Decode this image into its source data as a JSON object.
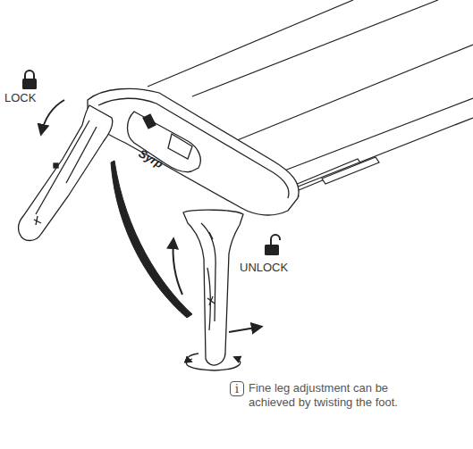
{
  "diagram": {
    "nodes": [
      {
        "text": [
          "i"
        ]
      }
    ],
    "labels": [
      "LOCK",
      "UNLOCK",
      "Syrp",
      "Fine leg adjustment can be achieved by twisting the foot."
    ]
  }
}
